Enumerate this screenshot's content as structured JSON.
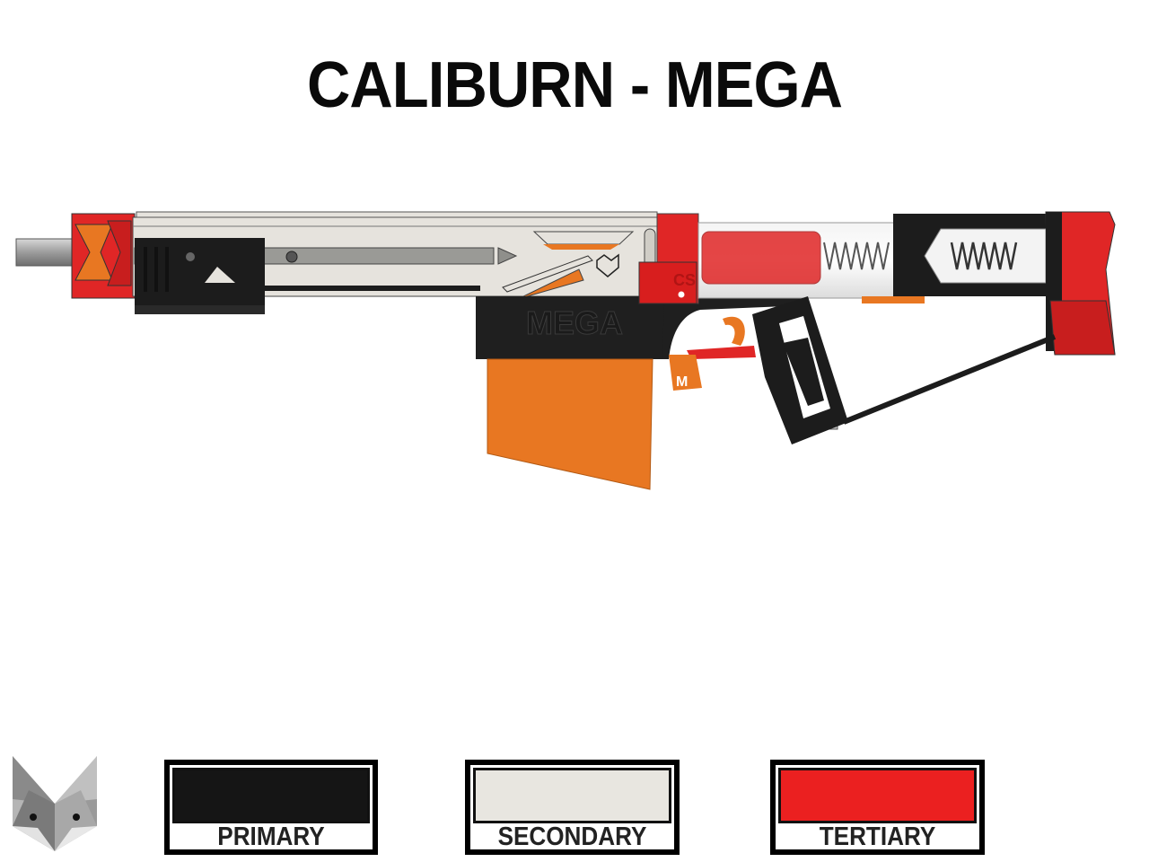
{
  "title": "CALIBURN - MEGA",
  "blaster": {
    "receiver_emboss": "MEGA",
    "block_emboss": "CS",
    "tab_emboss": "M"
  },
  "swatches": [
    {
      "label": "PRIMARY",
      "color": "#151515"
    },
    {
      "label": "SECONDARY",
      "color": "#e8e6e0"
    },
    {
      "label": "TERTIARY",
      "color": "#eb2020"
    }
  ],
  "colors": {
    "orange": "#e87722",
    "red": "#e02626",
    "black": "#1c1c1c",
    "light": "#e6e3dd",
    "barrel": "#a9a9a9"
  },
  "logo": {
    "icon": "fox-logo-icon"
  }
}
